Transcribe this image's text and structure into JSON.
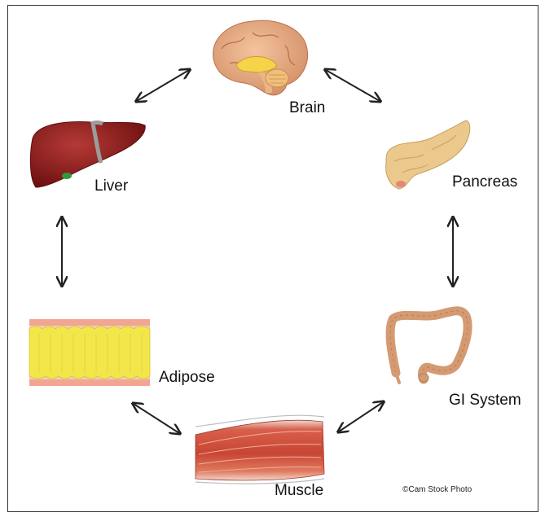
{
  "organs": {
    "brain": "Brain",
    "liver": "Liver",
    "pancreas": "Pancreas",
    "adipose": "Adipose",
    "gi_system": "GI System",
    "muscle": "Muscle"
  },
  "credit": "©Cam Stock Photo",
  "colors": {
    "arrow": "#222222",
    "liver": "#8e1b1b",
    "brain": "#e6a77a",
    "pancreas": "#ebc98c",
    "adipose_fat": "#f3e64a",
    "adipose_skin": "#f4b7a2",
    "gi": "#d49b72",
    "muscle": "#c64a3a"
  }
}
